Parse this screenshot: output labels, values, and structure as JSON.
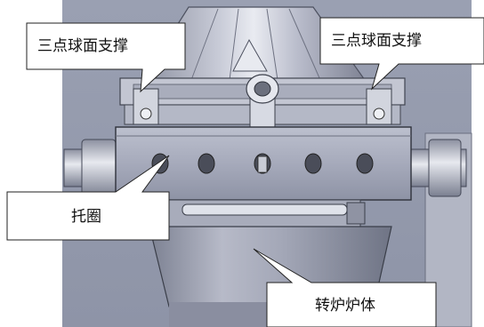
{
  "figure": {
    "callouts": {
      "support_left": "三点球面支撑",
      "support_right": "三点球面支撑",
      "ring": "托圈",
      "body": "转炉炉体"
    },
    "colors": {
      "background": "#ffffff",
      "cad_gray": "#a3a7b6",
      "cad_light": "#dfe2ec",
      "cad_dark": "#575b68",
      "outline": "#202020"
    }
  }
}
